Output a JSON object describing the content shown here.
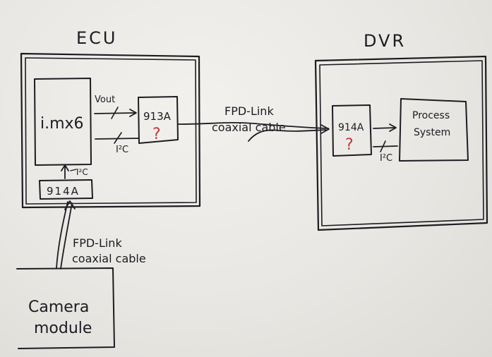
{
  "ecu": {
    "title": "ECU"
  },
  "dvr": {
    "title": "DVR"
  },
  "ecu_blocks": {
    "imx6": "i.mx6",
    "ser_913a": "913A",
    "ser_913a_mark": "?",
    "des_914a": "914A",
    "vout": "Vout",
    "i2c_lower": "I²C",
    "i2c_upper": "I²C"
  },
  "dvr_blocks": {
    "des_914a": "914A",
    "des_914a_mark": "?",
    "process_line1": "Process",
    "process_line2": "System",
    "i2c": "I²C"
  },
  "links": {
    "ecu_to_dvr_line1": "FPD-Link",
    "ecu_to_dvr_line2": "coaxial cable",
    "camera_to_ecu_line1": "FPD-Link",
    "camera_to_ecu_line2": "coaxial cable"
  },
  "camera": {
    "line1": "Camera",
    "line2": "module"
  },
  "colors": {
    "ink": "#1c1c22",
    "red_ink": "#c0393b",
    "paper": "#ebeae6"
  }
}
